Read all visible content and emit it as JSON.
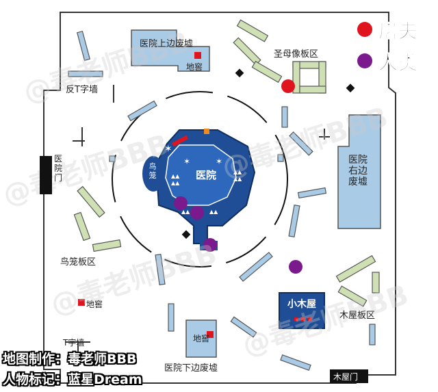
{
  "legend": {
    "butcher": {
      "label": "屠夫",
      "color": "#e0141e"
    },
    "human": {
      "label": "人类",
      "color": "#7a1a8c"
    }
  },
  "labels": {
    "hospital_top_ruins": "医院上边废墟",
    "cellar_top": "地窖",
    "statue_boards": "圣母像板区",
    "reverse_t_wall": "反T字墙",
    "hospital_gate": "医院门",
    "birdcage": "鸟笼",
    "hospital": "医院",
    "hospital_right_ruins": "医院右边废墟",
    "birdcage_boards": "鸟笼板区",
    "cellar_left": "地窖",
    "t_wall": "T字墙",
    "cabin": "小木屋",
    "cabin_boards": "木屋板区",
    "cellar_bottom": "地窖",
    "hospital_bottom_ruins": "医院下边废墟",
    "cabin_gate": "木屋门"
  },
  "credits": {
    "map_author": "地图制作：毒老师BBB",
    "marker_author": "人物标记：蓝星Dream"
  },
  "watermark": "@毒老师BBB",
  "colors": {
    "wall": "#a9cbe6",
    "board": "#cfe0b4",
    "hospital": "#1f4e96",
    "ruins": "#a9cbe6",
    "cellar": "#e0141e"
  }
}
